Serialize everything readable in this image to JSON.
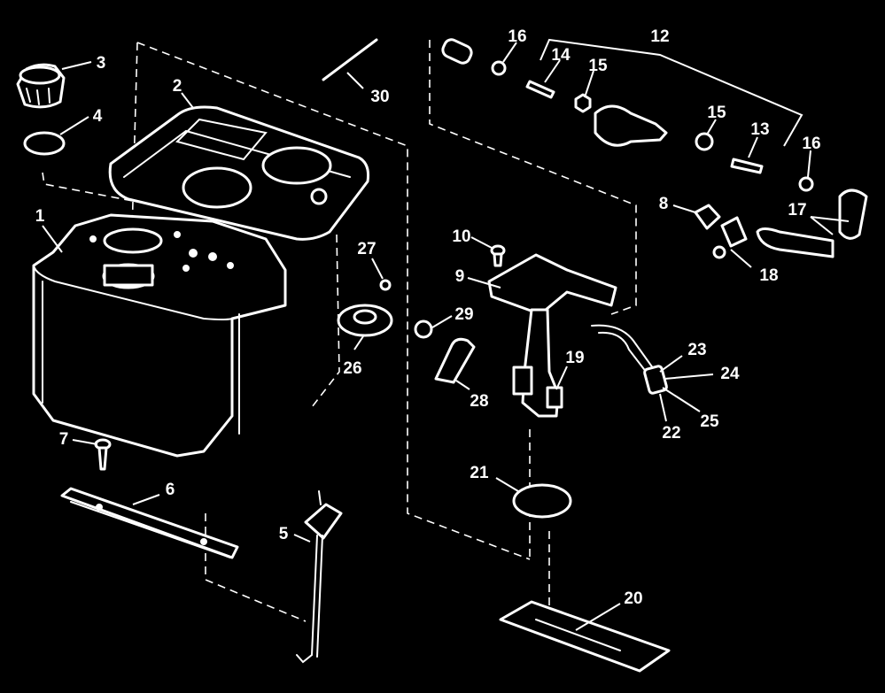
{
  "diagram": {
    "background": "#000000",
    "ink": "#ffffff",
    "callouts": [
      "1",
      "2",
      "3",
      "4",
      "6",
      "7",
      "5",
      "8",
      "9",
      "10",
      "12",
      "13",
      "14",
      "15",
      "15",
      "16",
      "16",
      "17",
      "18",
      "19",
      "20",
      "21",
      "22",
      "23",
      "24",
      "25",
      "26",
      "27",
      "28",
      "29",
      "30"
    ]
  }
}
